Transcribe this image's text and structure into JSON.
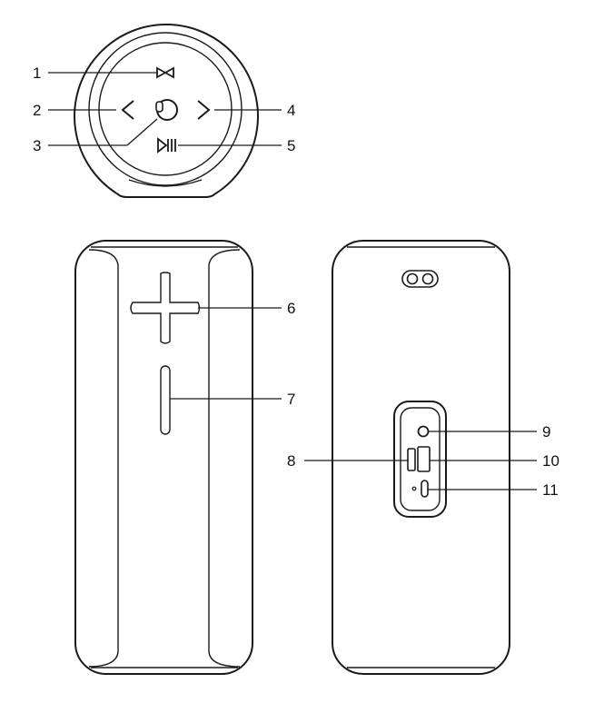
{
  "callouts": {
    "c1": "1",
    "c2": "2",
    "c3": "3",
    "c4": "4",
    "c5": "5",
    "c6": "6",
    "c7": "7",
    "c8": "8",
    "c9": "9",
    "c10": "10",
    "c11": "11"
  },
  "colors": {
    "line": "#1a1a1a",
    "background": "#ffffff"
  },
  "icons": [
    "bluetooth-icon",
    "prev-icon",
    "power-icon",
    "next-icon",
    "play-pause-icon",
    "volume-up-icon",
    "volume-down-icon",
    "strap-loop-icon",
    "aux-port-icon",
    "usb-port-icon",
    "usbc-port-icon",
    "charge-led-icon"
  ]
}
